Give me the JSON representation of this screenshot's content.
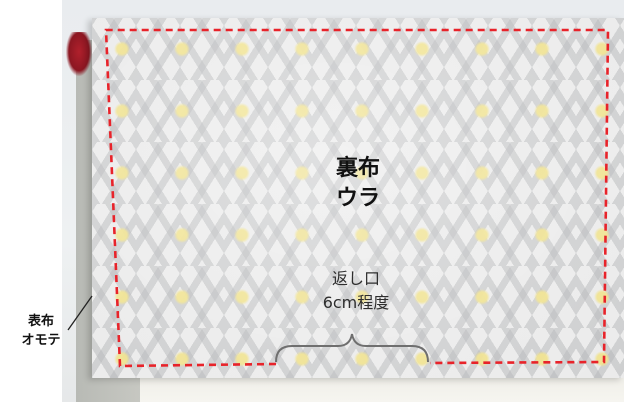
{
  "labels": {
    "lining": [
      "裏布",
      "ウラ"
    ],
    "opening": [
      "返し口",
      "6cm程度"
    ],
    "outer": [
      "表布",
      "オモテ"
    ]
  },
  "colors": {
    "seam_line": "#e8232a",
    "brace": "#6f6f6f",
    "pointer_line": "#222222"
  }
}
